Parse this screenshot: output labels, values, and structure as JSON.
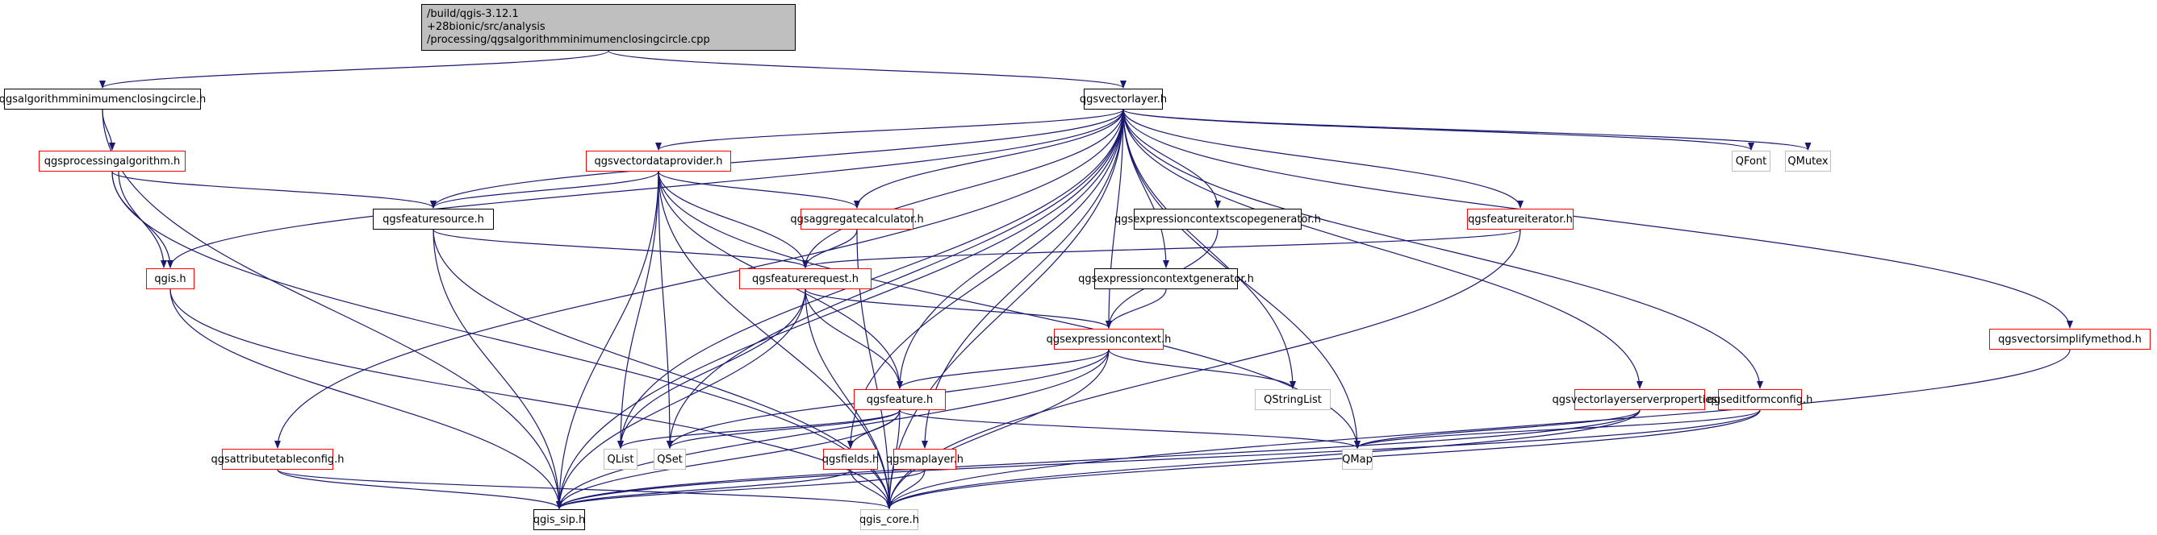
{
  "diagram": {
    "title": "Include dependency graph for qgsalgorithmminimumenclosingcircle.cpp",
    "edge_color": "#191970",
    "border_colors": {
      "documented": "#000000",
      "truncated": "#ff0000",
      "external": "#bfbfbf"
    },
    "root": {
      "id": "root",
      "lines": [
        "/build/qgis-3.12.1",
        "+28bionic/src/analysis",
        "/processing/qgsalgorithmminimumenclosingcircle.cpp"
      ]
    },
    "nodes": [
      {
        "id": "mec",
        "label": "qgsalgorithmminimumenclosingcircle.h",
        "kind": "black"
      },
      {
        "id": "vl",
        "label": "qgsvectorlayer.h",
        "kind": "black"
      },
      {
        "id": "pa",
        "label": "qgsprocessingalgorithm.h",
        "kind": "red"
      },
      {
        "id": "vdp",
        "label": "qgsvectordataprovider.h",
        "kind": "red"
      },
      {
        "id": "qfont",
        "label": "QFont",
        "kind": "grey"
      },
      {
        "id": "qmutex",
        "label": "QMutex",
        "kind": "grey"
      },
      {
        "id": "fs",
        "label": "qgsfeaturesource.h",
        "kind": "black"
      },
      {
        "id": "agg",
        "label": "qgsaggregatecalculator.h",
        "kind": "red"
      },
      {
        "id": "ecsg",
        "label": "qgsexpressioncontextscopegenerator.h",
        "kind": "black"
      },
      {
        "id": "fi",
        "label": "qgsfeatureiterator.h",
        "kind": "red"
      },
      {
        "id": "qgis",
        "label": "qgis.h",
        "kind": "red"
      },
      {
        "id": "fr",
        "label": "qgsfeaturerequest.h",
        "kind": "red"
      },
      {
        "id": "ecg",
        "label": "qgsexpressioncontextgenerator.h",
        "kind": "black"
      },
      {
        "id": "ec",
        "label": "qgsexpressioncontext.h",
        "kind": "red"
      },
      {
        "id": "vsm",
        "label": "qgsvectorsimplifymethod.h",
        "kind": "red"
      },
      {
        "id": "feat",
        "label": "qgsfeature.h",
        "kind": "red"
      },
      {
        "id": "qsl",
        "label": "QStringList",
        "kind": "grey"
      },
      {
        "id": "vlsp",
        "label": "qgsvectorlayerserverproperties.h",
        "kind": "red"
      },
      {
        "id": "efc",
        "label": "qgseditformconfig.h",
        "kind": "red"
      },
      {
        "id": "atc",
        "label": "qgsattributetableconfig.h",
        "kind": "red"
      },
      {
        "id": "qlist",
        "label": "QList",
        "kind": "grey"
      },
      {
        "id": "qset",
        "label": "QSet",
        "kind": "grey"
      },
      {
        "id": "fields",
        "label": "qgsfields.h",
        "kind": "red"
      },
      {
        "id": "ml",
        "label": "qgsmaplayer.h",
        "kind": "red"
      },
      {
        "id": "qmap",
        "label": "QMap",
        "kind": "grey"
      },
      {
        "id": "sip",
        "label": "qgis_sip.h",
        "kind": "black"
      },
      {
        "id": "core",
        "label": "qgis_core.h",
        "kind": "grey"
      }
    ],
    "edges": [
      [
        "root",
        "mec"
      ],
      [
        "root",
        "vl"
      ],
      [
        "mec",
        "pa"
      ],
      [
        "mec",
        "sip"
      ],
      [
        "pa",
        "fs"
      ],
      [
        "pa",
        "qgis"
      ],
      [
        "pa",
        "qgis"
      ],
      [
        "pa",
        "core"
      ],
      [
        "vl",
        "vdp"
      ],
      [
        "vl",
        "fs"
      ],
      [
        "vl",
        "agg"
      ],
      [
        "vl",
        "ecsg"
      ],
      [
        "vl",
        "fi"
      ],
      [
        "vl",
        "qgis"
      ],
      [
        "vl",
        "fr"
      ],
      [
        "vl",
        "ecg"
      ],
      [
        "vl",
        "ec"
      ],
      [
        "vl",
        "feat"
      ],
      [
        "vl",
        "qsl"
      ],
      [
        "vl",
        "qfont"
      ],
      [
        "vl",
        "qmutex"
      ],
      [
        "vl",
        "vsm"
      ],
      [
        "vl",
        "vlsp"
      ],
      [
        "vl",
        "efc"
      ],
      [
        "vl",
        "atc"
      ],
      [
        "vl",
        "fields"
      ],
      [
        "vl",
        "ml"
      ],
      [
        "vl",
        "qmap"
      ],
      [
        "vl",
        "qlist"
      ],
      [
        "vl",
        "qset"
      ],
      [
        "vl",
        "sip"
      ],
      [
        "vl",
        "core"
      ],
      [
        "vdp",
        "fs"
      ],
      [
        "vdp",
        "agg"
      ],
      [
        "vdp",
        "fr"
      ],
      [
        "vdp",
        "feat"
      ],
      [
        "vdp",
        "qlist"
      ],
      [
        "vdp",
        "qset"
      ],
      [
        "vdp",
        "qmap"
      ],
      [
        "vdp",
        "sip"
      ],
      [
        "vdp",
        "core"
      ],
      [
        "fs",
        "fr"
      ],
      [
        "fs",
        "sip"
      ],
      [
        "fs",
        "core"
      ],
      [
        "agg",
        "fr"
      ],
      [
        "agg",
        "core"
      ],
      [
        "ecsg",
        "ec"
      ],
      [
        "ecg",
        "ec"
      ],
      [
        "fi",
        "fr"
      ],
      [
        "fi",
        "core"
      ],
      [
        "qgis",
        "sip"
      ],
      [
        "qgis",
        "core"
      ],
      [
        "fr",
        "ec"
      ],
      [
        "fr",
        "feat"
      ],
      [
        "fr",
        "qlist"
      ],
      [
        "fr",
        "sip"
      ],
      [
        "fr",
        "core"
      ],
      [
        "ec",
        "feat"
      ],
      [
        "ec",
        "qsl"
      ],
      [
        "ec",
        "qset"
      ],
      [
        "ec",
        "sip"
      ],
      [
        "ec",
        "core"
      ],
      [
        "feat",
        "qlist"
      ],
      [
        "feat",
        "qset"
      ],
      [
        "feat",
        "fields"
      ],
      [
        "feat",
        "qmap"
      ],
      [
        "feat",
        "sip"
      ],
      [
        "feat",
        "core"
      ],
      [
        "vsm",
        "core"
      ],
      [
        "vlsp",
        "qmap"
      ],
      [
        "vlsp",
        "sip"
      ],
      [
        "vlsp",
        "core"
      ],
      [
        "efc",
        "qmap"
      ],
      [
        "efc",
        "sip"
      ],
      [
        "efc",
        "core"
      ],
      [
        "atc",
        "sip"
      ],
      [
        "atc",
        "core"
      ],
      [
        "fields",
        "sip"
      ],
      [
        "fields",
        "core"
      ],
      [
        "ml",
        "sip"
      ],
      [
        "ml",
        "core"
      ]
    ]
  }
}
